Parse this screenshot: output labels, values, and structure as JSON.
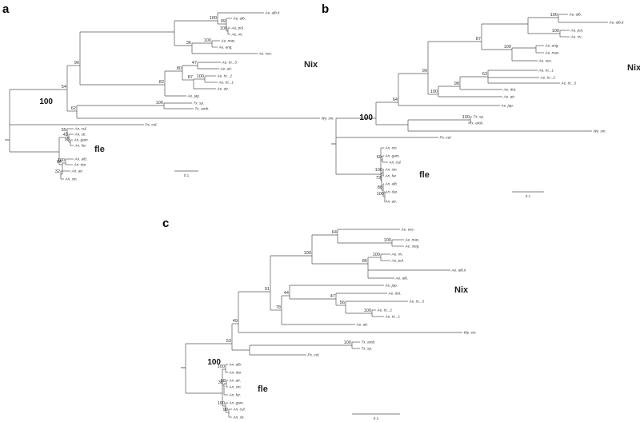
{
  "panels": {
    "a": {
      "label": "a",
      "groups": {
        "nix": "Nix",
        "fle": "fle"
      },
      "root_support": "100",
      "scale": "0.1",
      "tips": [
        "Ae. alb.it",
        "Ae. alb.",
        "Ae. pol.",
        "Ae. riv.",
        "Ae. mas.",
        "Ae. ang.",
        "Ae. ves.",
        "Ae. tri._3",
        "Ae. atr.",
        "Ae. tri._2",
        "Ae. tri._1",
        "Ae. atr.",
        "Ae. jap.",
        "Tx. sp.",
        "Tx. amb.",
        "Wy. sm.",
        "Ps. col.",
        "An. cul.",
        "An. str.",
        "An. gam.",
        "An. far.",
        "An. alb.",
        "An. dar.",
        "An. atr.",
        "An. sin."
      ],
      "support": [
        "100",
        "99",
        "100",
        "36",
        "100",
        "96",
        "47",
        "80",
        "87",
        "100",
        "82",
        "54",
        "100",
        "62",
        "55",
        "43",
        "98",
        "64",
        "100",
        "32"
      ]
    },
    "b": {
      "label": "b",
      "groups": {
        "nix": "Nix",
        "fle": "fle"
      },
      "root_support": "100",
      "scale": "0.1",
      "tips": [
        "Ae. alb.",
        "Ae. alb.it",
        "Ae. pol.",
        "Ae. riv.",
        "Ae. ang.",
        "Ae. mas.",
        "Ae. ves.",
        "Ae. tri._1",
        "Ae. tri._2",
        "Ae. tri._3",
        "Ae. dot.",
        "Ae. atr.",
        "Ae. jap.",
        "Tx. sp.",
        "Tx. amb.",
        "Wy. sm.",
        "Ps. col.",
        "An. sin.",
        "An. gam.",
        "An. cul.",
        "An. sin.",
        "An. far.",
        "An. alb.",
        "An. dar.",
        "An. atr."
      ],
      "support": [
        "100",
        "100",
        "87",
        "100",
        "63",
        "98",
        "100",
        "99",
        "100",
        "64",
        "100",
        "60",
        "100",
        "88",
        "100",
        "72"
      ]
    },
    "c": {
      "label": "c",
      "groups": {
        "nix": "Nix",
        "fle": "fle"
      },
      "root_support": "100",
      "scale": "0.1",
      "tips": [
        "Ae. ves.",
        "Ae. mas.",
        "Ae. steg.",
        "Ae. riv.",
        "Ae. pol.",
        "Ae. alb.it",
        "Ae. alb.",
        "Ae. jap.",
        "Ae. dot.",
        "Ae. tri._3",
        "Ae. tri._2",
        "Ae. tri._1",
        "Ae. atr.",
        "Wy. sm.",
        "Tx. amb.",
        "Tx. sp.",
        "Ps. col.",
        "An. alb.",
        "An. dar.",
        "An. atr.",
        "An. sin.",
        "An. far.",
        "An. gam.",
        "An. cul.",
        "An. str."
      ],
      "support": [
        "64",
        "100",
        "100",
        "100",
        "86",
        "91",
        "44",
        "47",
        "56",
        "100",
        "78",
        "49",
        "53",
        "100",
        "100",
        "58",
        "38",
        "100",
        "99",
        "53"
      ]
    }
  }
}
